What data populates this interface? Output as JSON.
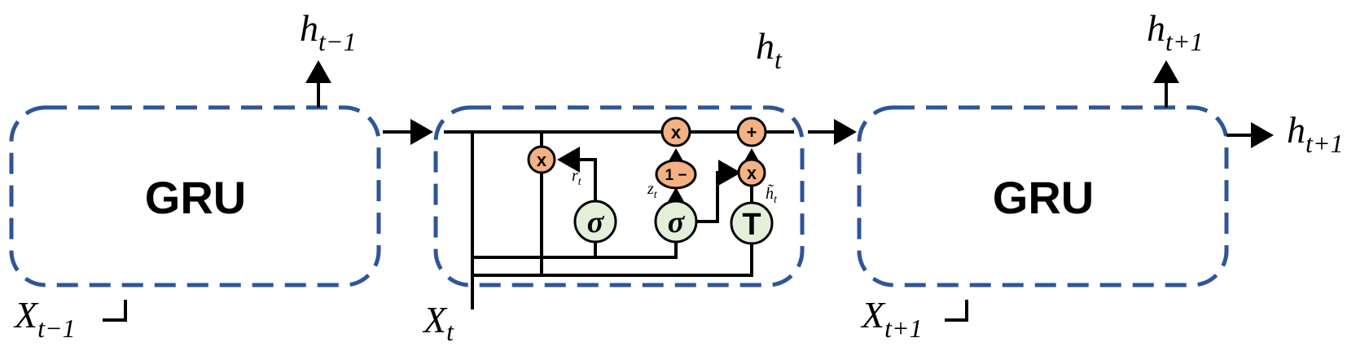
{
  "cells": {
    "left_label": "GRU",
    "right_label": "GRU"
  },
  "states": {
    "h_prev_base": "h",
    "h_prev_sub": "t−1",
    "h_curr_base": "h",
    "h_curr_sub": "t",
    "h_next_top_base": "h",
    "h_next_top_sub": "t+1",
    "h_next_right_base": "h",
    "h_next_right_sub": "t+1"
  },
  "inputs": {
    "x_prev_base": "X",
    "x_prev_sub": "t−1",
    "x_curr_base": "X",
    "x_curr_sub": "t",
    "x_next_base": "X",
    "x_next_sub": "t+1"
  },
  "gates": {
    "reset_gate_symbol": "σ",
    "update_gate_symbol": "σ",
    "candidate_symbol": "T",
    "reset_label_base": "r",
    "reset_label_sub": "t",
    "update_label_base": "z",
    "update_label_sub": "t",
    "candidate_label_base": "h̃",
    "candidate_label_sub": "t"
  },
  "operators": {
    "multiply_reset": "x",
    "multiply_update": "x",
    "multiply_candidate": "x",
    "one_minus": "1 −",
    "add": "+"
  },
  "colors": {
    "cell_border": "#2F5597",
    "operator_fill": "#F4B183",
    "activation_fill": "#E2F0D9"
  }
}
